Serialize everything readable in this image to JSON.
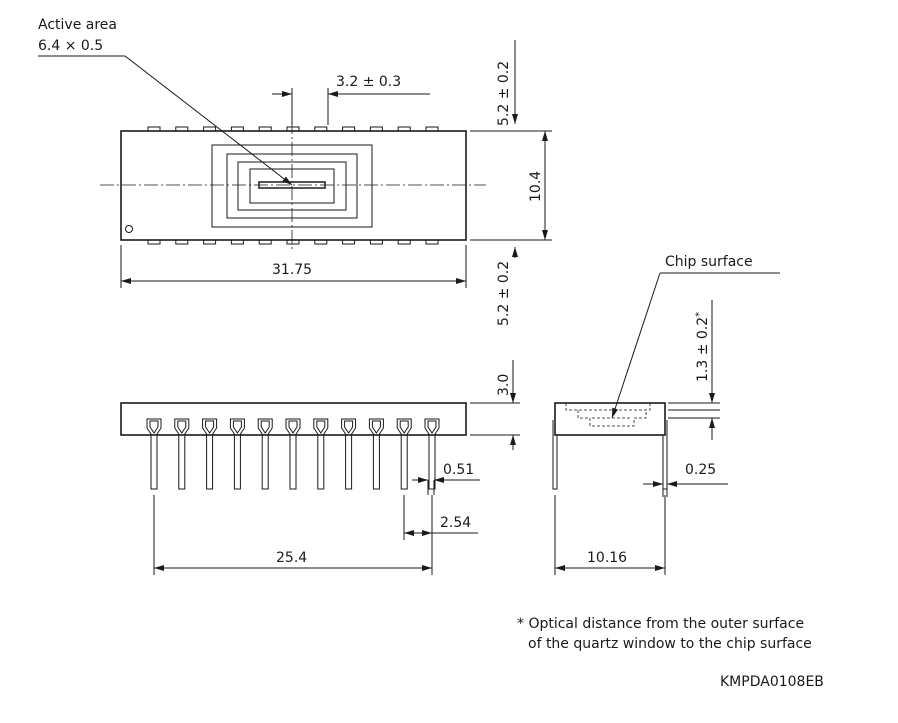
{
  "labels": {
    "active_area_title": "Active area",
    "active_area_size": "6.4 × 0.5",
    "chip_surface": "Chip surface",
    "footnote_line1": "* Optical distance from the outer surface",
    "footnote_line2": "of the quartz window to the chip surface",
    "drawing_code": "KMPDA0108EB"
  },
  "dimensions": {
    "window_width": "3.2 ± 0.3",
    "top_offset": "5.2 ± 0.2",
    "body_height": "10.4",
    "bottom_offset": "5.2 ± 0.2",
    "body_length": "31.75",
    "side_thickness": "3.0",
    "lead_width": "0.51",
    "lead_pitch": "2.54",
    "lead_span": "25.4",
    "optical_distance": "1.3 ± 0.2",
    "optical_distance_mark": "*",
    "lead_thickness": "0.25",
    "row_spacing": "10.16"
  }
}
